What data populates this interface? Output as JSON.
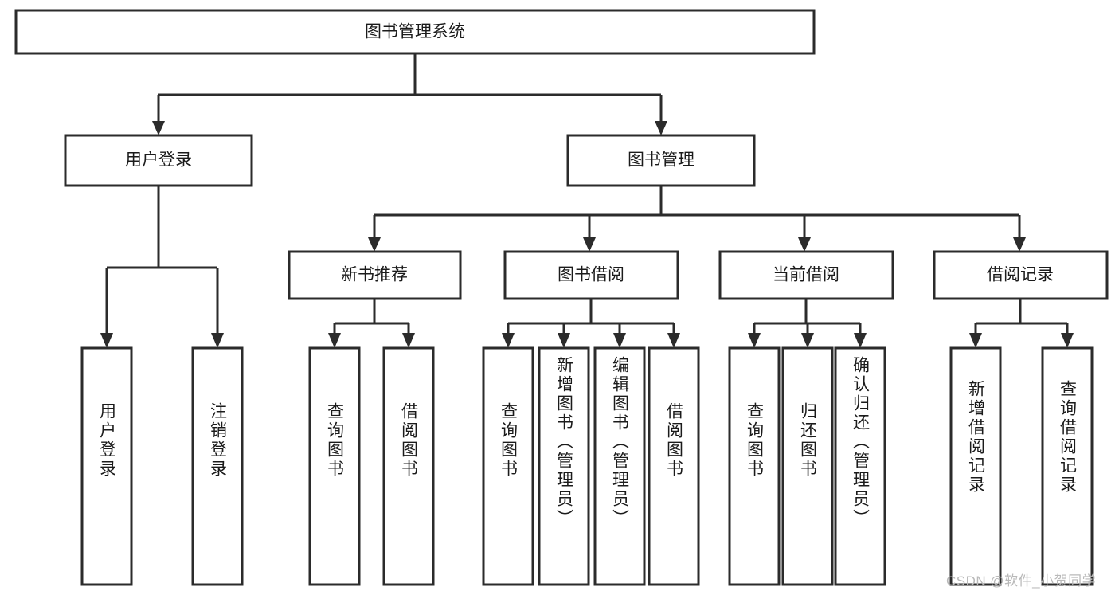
{
  "diagram": {
    "type": "tree",
    "title": "图书管理系统",
    "orientation": "top-down",
    "style": {
      "box_fill": "#ffffff",
      "box_stroke": "#2b2b2b",
      "text_color": "#1b1b1b",
      "watermark_color": "#b9b9b9"
    },
    "root": {
      "label": "图书管理系统"
    },
    "level2": [
      {
        "label": "用户登录"
      },
      {
        "label": "图书管理"
      }
    ],
    "level3": [
      {
        "label": "新书推荐"
      },
      {
        "label": "图书借阅"
      },
      {
        "label": "当前借阅"
      },
      {
        "label": "借阅记录"
      }
    ],
    "leaves": {
      "user_login": [
        {
          "label": "用户登录"
        },
        {
          "label": "注销登录"
        }
      ],
      "new_book_recommend": [
        {
          "label": "查询图书"
        },
        {
          "label": "借阅图书"
        }
      ],
      "book_borrow": [
        {
          "label": "查询图书"
        },
        {
          "label": "新增图书（管理员）"
        },
        {
          "label": "编辑图书（管理员）"
        },
        {
          "label": "借阅图书"
        }
      ],
      "current_borrow": [
        {
          "label": "查询图书"
        },
        {
          "label": "归还图书"
        },
        {
          "label": "确认归还（管理员）"
        }
      ],
      "borrow_record": [
        {
          "label": "新增借阅记录"
        },
        {
          "label": "查询借阅记录"
        }
      ]
    }
  },
  "watermark": {
    "text": "CSDN @软件_小贺同学"
  }
}
